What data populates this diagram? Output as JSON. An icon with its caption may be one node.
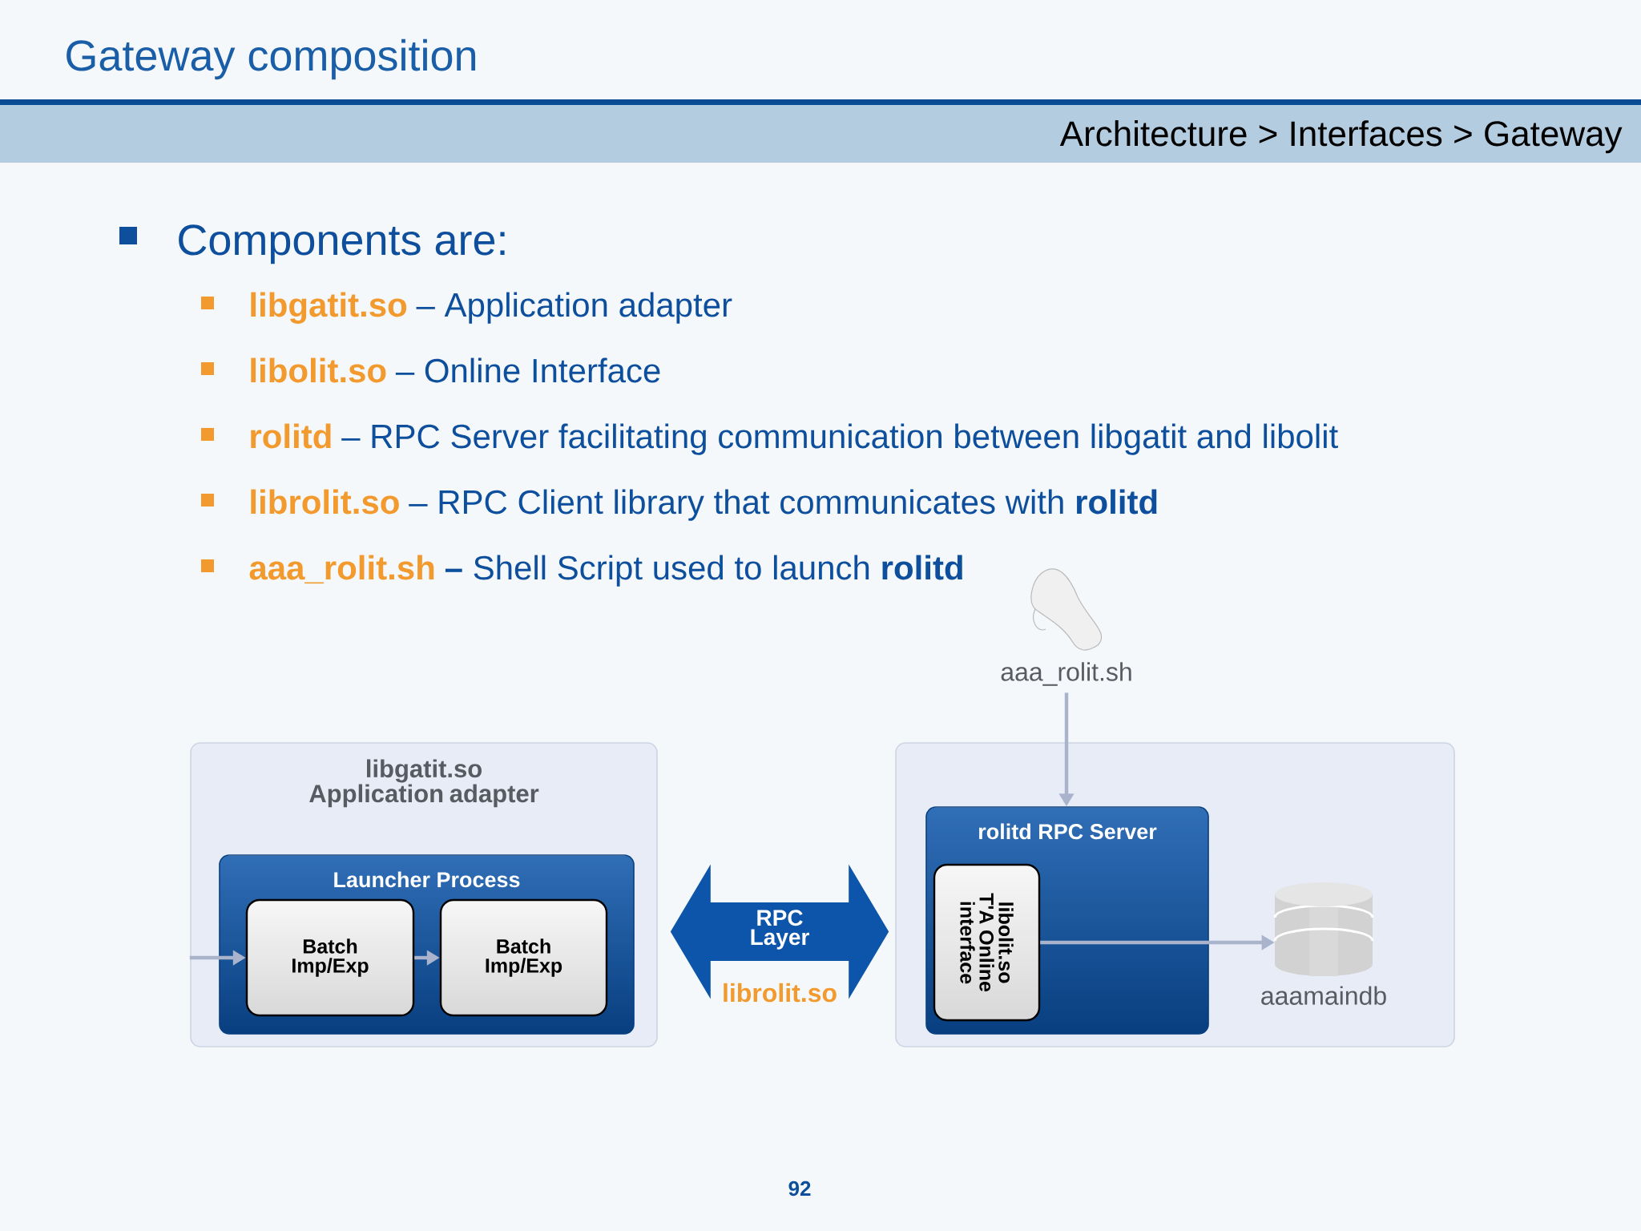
{
  "diagram": {
    "title": "Gateway composition",
    "nodes": [
      {
        "text": [
          "libgatit.so Application adapter"
        ]
      },
      {
        "text": [
          "Launcher Process"
        ],
        "in": 0
      },
      {
        "text": [
          "Batch Imp/Exp"
        ],
        "in": 1
      },
      {
        "text": [
          "Batch Imp/Exp"
        ],
        "in": 1
      },
      {
        "text": [],
        "shape": "box"
      },
      {
        "text": [
          "rolitd RPC Server"
        ],
        "in": 4
      },
      {
        "text": [
          "libolit.so",
          "T'A Online interface"
        ],
        "in": 5
      },
      {
        "text": [
          "aaa_rolit.sh"
        ]
      },
      {
        "text": [],
        "shape": "cylinder",
        "in": 4,
        "beside": [
          "aaamaindb"
        ]
      }
    ],
    "edges": [
      {
        "from": null,
        "to": 2,
        "arrow": "to"
      },
      {
        "from": 2,
        "to": 3,
        "arrow": "to"
      },
      {
        "from": 0,
        "to": 4,
        "arrow": "both",
        "style": "thick",
        "color": "#0c55aa",
        "label": "RPC Layer"
      },
      {
        "from": 7,
        "to": 5,
        "arrow": "to"
      },
      {
        "from": 6,
        "to": 8,
        "arrow": "to"
      }
    ],
    "labels": [
      "Architecture > Interfaces > Gateway",
      "Components are:",
      "libgatit.so",
      "– Application adapter",
      "libolit.so",
      "– Online Interface",
      "rolitd",
      "– RPC Server facilitating communication between libgatit and libolit",
      "librolit.so",
      "– RPC Client library that communicates with **rolitd**",
      "aaa_rolit.sh",
      "**–** Shell Script used to launch **rolitd**",
      "librolit.so",
      "92"
    ]
  }
}
